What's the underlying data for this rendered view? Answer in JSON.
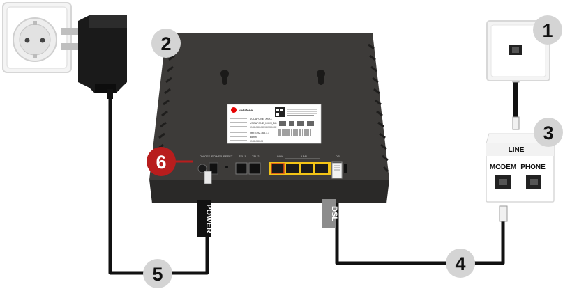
{
  "steps": {
    "s1": "1",
    "s2": "2",
    "s3": "3",
    "s4": "4",
    "s5": "5",
    "s6": "6"
  },
  "cable_labels": {
    "power": "POWER",
    "dsl": "DSL"
  },
  "splitter": {
    "line": "LINE",
    "modem": "MODEM",
    "phone": "PHONE"
  },
  "router": {
    "brand": "vodafone",
    "ports": {
      "onoff": "ON/OFF",
      "power": "POWER",
      "reset": "RESET",
      "tel1": "TEL 1",
      "tel2": "TEL 2",
      "wan": "WAN",
      "lan": "LAN",
      "dsl": "DSL"
    },
    "sticker": {
      "ssid_24": "VODAFONE_XXXX",
      "ssid_5": "VODAFONE_XXXX_5G",
      "wifi_key": "XXXXXXXXXXXXXXXX",
      "url": "http://192.168.1.1",
      "user": "admin",
      "password": "XXXXXXXX"
    }
  },
  "colors": {
    "badge_grey": "#d4d4d4",
    "badge_red": "#b81d1d",
    "cable": "#111111",
    "router_body": "#3d3b39",
    "lan_port": "#f2c316"
  }
}
